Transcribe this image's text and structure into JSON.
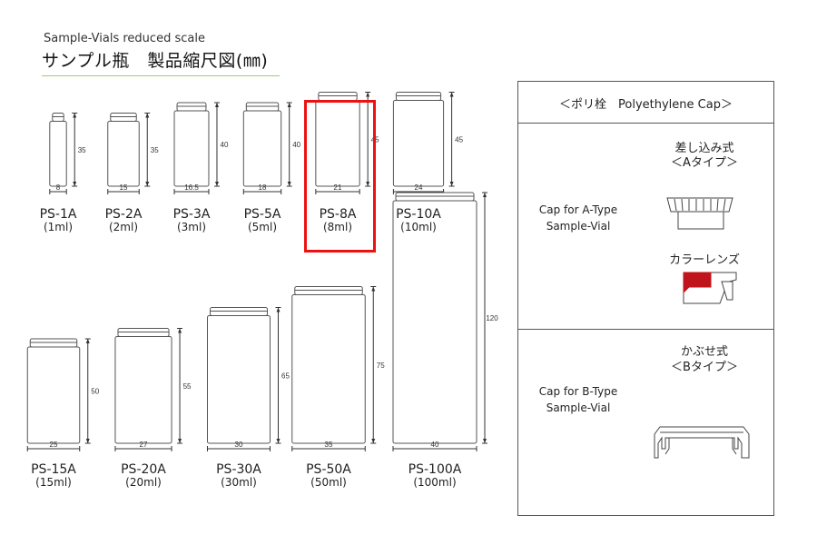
{
  "header": {
    "subtitle": "Sample-Vials  reduced scale",
    "title": "サンプル瓶　製品縮尺図(㎜)"
  },
  "vials": [
    {
      "code": "PS-1A",
      "capacity": "(1ml)",
      "height": "35",
      "width": "8"
    },
    {
      "code": "PS-2A",
      "capacity": "(2ml)",
      "height": "35",
      "width": "15"
    },
    {
      "code": "PS-3A",
      "capacity": "(3ml)",
      "height": "40",
      "width": "16.5"
    },
    {
      "code": "PS-5A",
      "capacity": "(5ml)",
      "height": "40",
      "width": "18"
    },
    {
      "code": "PS-8A",
      "capacity": "(8ml)",
      "height": "45",
      "width": "21"
    },
    {
      "code": "PS-10A",
      "capacity": "(10ml)",
      "height": "45",
      "width": "24"
    },
    {
      "code": "PS-15A",
      "capacity": "(15ml)",
      "height": "50",
      "width": "25"
    },
    {
      "code": "PS-20A",
      "capacity": "(20ml)",
      "height": "55",
      "width": "27"
    },
    {
      "code": "PS-30A",
      "capacity": "(30ml)",
      "height": "65",
      "width": "30"
    },
    {
      "code": "PS-50A",
      "capacity": "(50ml)",
      "height": "75",
      "width": "35"
    },
    {
      "code": "PS-100A",
      "capacity": "(100ml)",
      "height": "120",
      "width": "40"
    }
  ],
  "highlighted_vial": "PS-8A",
  "highlight_color": "#e11111",
  "cap_panel": {
    "title": "＜ポリ栓　Polyethylene Cap＞",
    "a_type": {
      "name": "差し込み式",
      "sub": "＜Aタイプ＞",
      "label_line1": "Cap for A-Type",
      "label_line2": "Sample-Vial",
      "lens_label": "カラーレンズ"
    },
    "b_type": {
      "name": "かぶせ式",
      "sub": "＜Bタイプ＞",
      "label_line1": "Cap for B-Type",
      "label_line2": "Sample-Vial"
    }
  },
  "colors": {
    "outline": "#555555",
    "lens_red": "#c0141c",
    "title_rule": "#9ccc7a"
  }
}
